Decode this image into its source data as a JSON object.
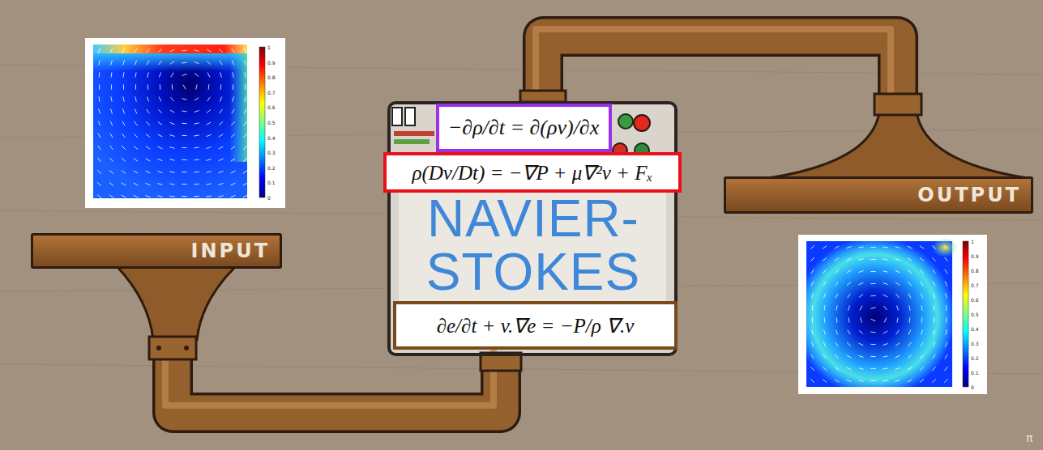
{
  "diagram": {
    "nodes": [
      {
        "text": [
          "INPUT"
        ]
      },
      {
        "text": [
          "NAVIER- STOKES"
        ]
      },
      {
        "text": [
          "−∂ρ/∂t = ∂(ρv)/∂x"
        ],
        "in": 1
      },
      {
        "text": [
          "ρ(Dv/Dt) = −∇P + μ∇²v + Fₓ"
        ],
        "in": 1
      },
      {
        "text": [
          "∂e/∂t + v.∇e = −P/ρ ∇.v"
        ],
        "in": 1
      },
      {
        "text": [
          "OUTPUT"
        ]
      }
    ],
    "edges": [
      {
        "from": 0,
        "to": 1,
        "arrow": "none"
      },
      {
        "from": 1,
        "to": 5,
        "arrow": "none"
      }
    ],
    "labels": [
      "1",
      "0.9",
      "0.8",
      "0.7",
      "0.6",
      "0.5",
      "0.4",
      "0.3",
      "0.2",
      "0.1",
      "0",
      "1",
      "0.9",
      "0.8",
      "0.7",
      "0.6",
      "0.5",
      "0.4",
      "0.3",
      "0.2",
      "0.1",
      "0",
      "π"
    ]
  }
}
